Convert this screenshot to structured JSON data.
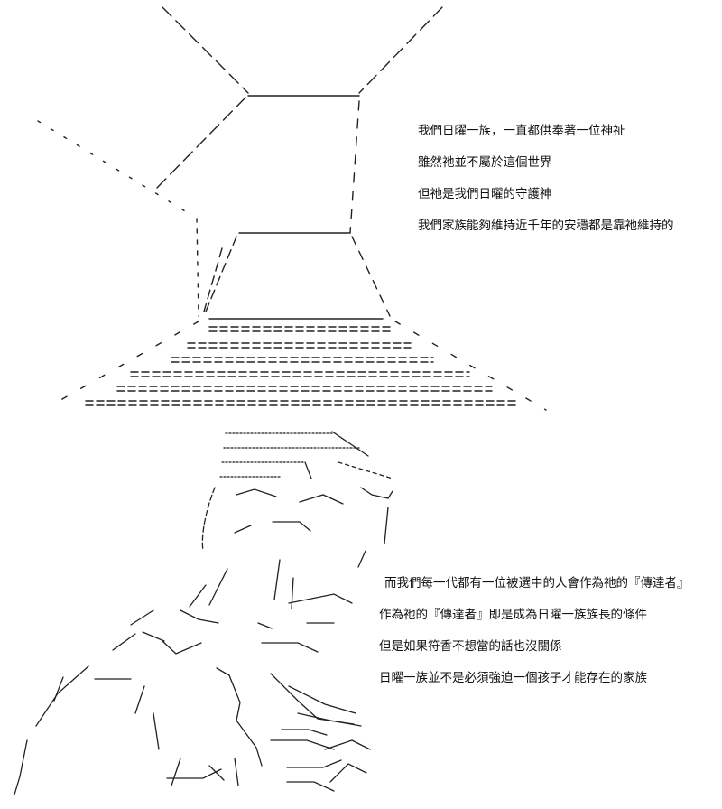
{
  "narration_top": [
    "我們日曜一族，一直都供奉著一位神祉",
    "雖然祂並不屬於這個世界",
    "但祂是我們日曜的守護神",
    "我們家族能夠維持近千年的安穩都是靠祂維持的"
  ],
  "narration_bottom": [
    "而我們每一代都有一位被選中的人會作為祂的『傳達者』",
    "作為祂的『傳達者』即是成為日曜一族族長的條件",
    "但是如果符香不想當的話也沒關係",
    "日曜一族並不是必須強迫一個孩子才能存在的家族"
  ],
  "colors": {
    "ink": "#111111",
    "paper": "#ffffff"
  }
}
